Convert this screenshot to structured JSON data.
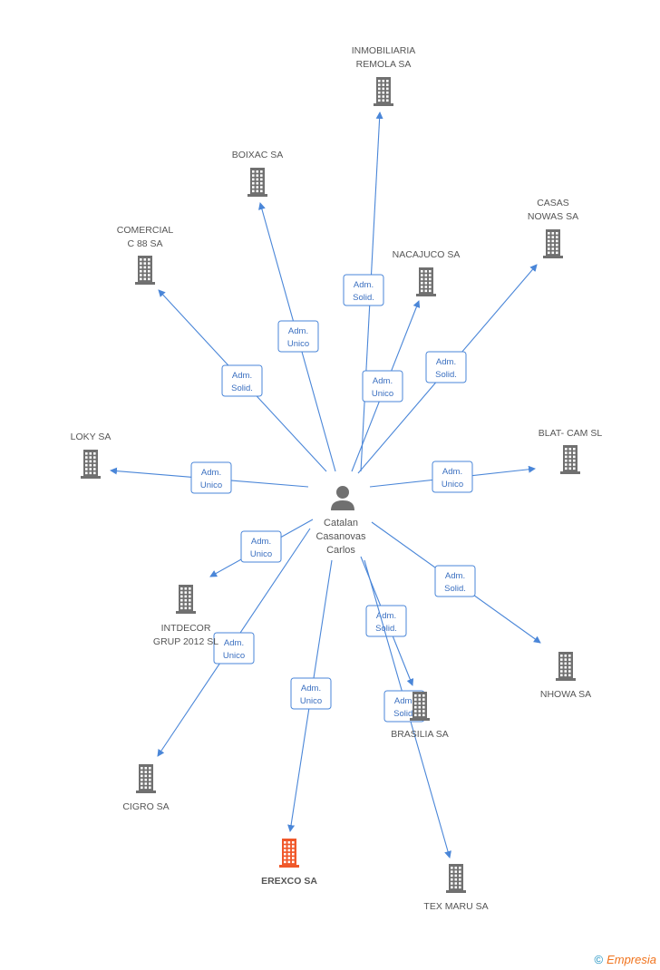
{
  "center": {
    "name_lines": [
      "Catalan",
      "Casanovas",
      "Carlos"
    ],
    "icon": "person-icon"
  },
  "companies": [
    {
      "id": "inmobiliaria-remola",
      "lines": [
        "INMOBILIARIA",
        "REMOLA SA"
      ],
      "role": [
        "Adm.",
        "Solid."
      ],
      "highlight": false
    },
    {
      "id": "boixac",
      "lines": [
        "BOIXAC SA"
      ],
      "role": [
        "Adm.",
        "Unico"
      ],
      "highlight": false
    },
    {
      "id": "casas-nowas",
      "lines": [
        "CASAS",
        "NOWAS SA"
      ],
      "role": [
        "Adm.",
        "Solid."
      ],
      "highlight": false
    },
    {
      "id": "comercial-c88",
      "lines": [
        "COMERCIAL",
        "C 88 SA"
      ],
      "role": [
        "Adm.",
        "Solid."
      ],
      "highlight": false
    },
    {
      "id": "nacajuco",
      "lines": [
        "NACAJUCO SA"
      ],
      "role": [
        "Adm.",
        "Unico"
      ],
      "highlight": false
    },
    {
      "id": "loky",
      "lines": [
        "LOKY SA"
      ],
      "role": [
        "Adm.",
        "Unico"
      ],
      "highlight": false
    },
    {
      "id": "blat-cam",
      "lines": [
        "BLAT- CAM SL"
      ],
      "role": [
        "Adm.",
        "Unico"
      ],
      "highlight": false
    },
    {
      "id": "intdecor",
      "lines": [
        "INTDECOR",
        "GRUP 2012 SL"
      ],
      "role": [
        "Adm.",
        "Unico"
      ],
      "highlight": false
    },
    {
      "id": "nhowa",
      "lines": [
        "NHOWA SA"
      ],
      "role": [
        "Adm.",
        "Solid."
      ],
      "highlight": false
    },
    {
      "id": "brasilia",
      "lines": [
        "BRASILIA SA"
      ],
      "role": [
        "Adm.",
        "Solid."
      ],
      "highlight": false
    },
    {
      "id": "cigro",
      "lines": [
        "CIGRO SA"
      ],
      "role": [
        "Adm.",
        "Unico"
      ],
      "highlight": false
    },
    {
      "id": "erexco",
      "lines": [
        "EREXCO SA"
      ],
      "role": [
        "Adm.",
        "Unico"
      ],
      "highlight": true
    },
    {
      "id": "tex-maru",
      "lines": [
        "TEX MARU SA"
      ],
      "role": [
        "Adm.",
        "Solid."
      ],
      "highlight": false
    }
  ],
  "colors": {
    "edge": "#4a86d8",
    "building": "#707070",
    "building_highlight": "#f0582a",
    "person": "#707070"
  },
  "footer": {
    "copyright": "©",
    "brand": "Empresia"
  }
}
